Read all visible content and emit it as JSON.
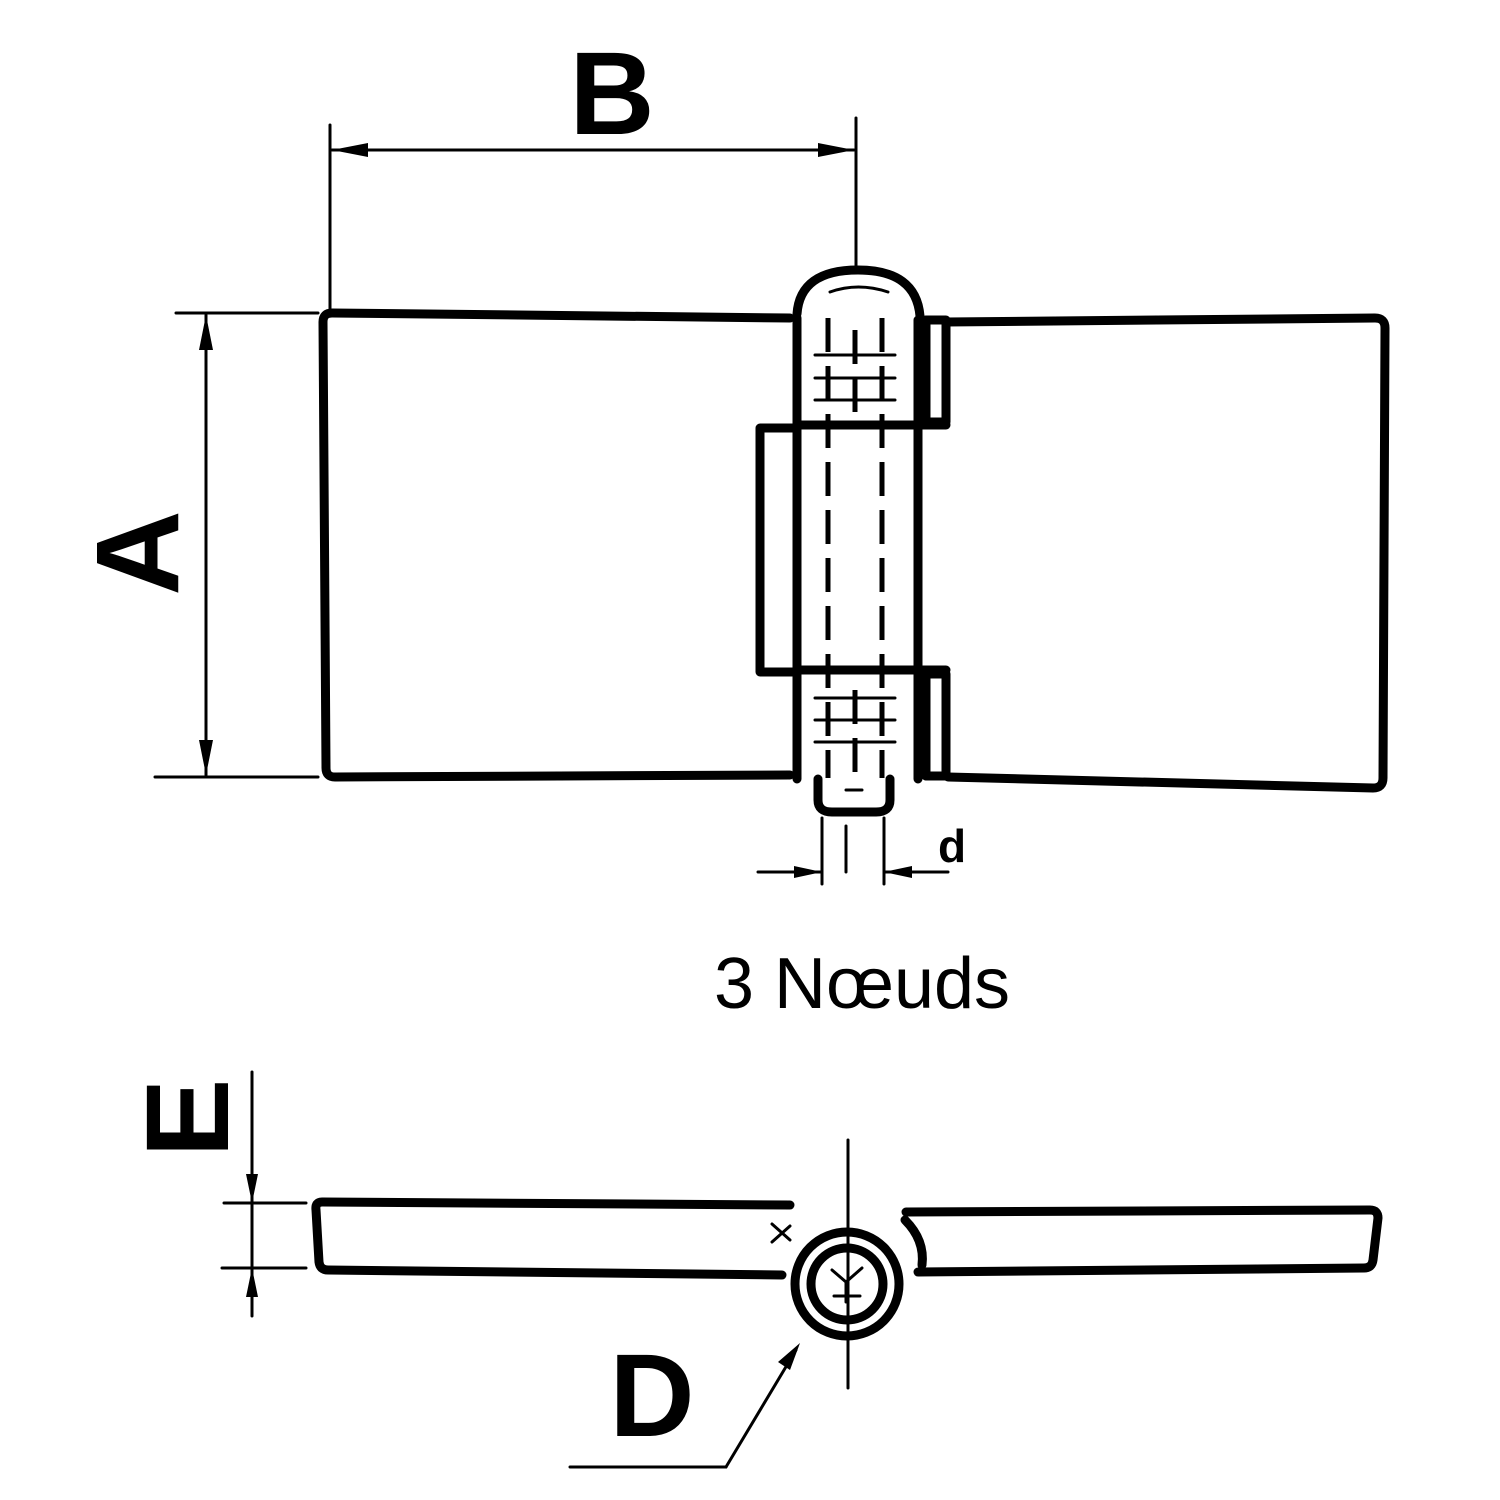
{
  "diagram": {
    "dimension_labels": {
      "a": "A",
      "b": "B",
      "d_small": "d",
      "d_large": "D",
      "e": "E"
    },
    "caption": "3 Nœuds"
  }
}
